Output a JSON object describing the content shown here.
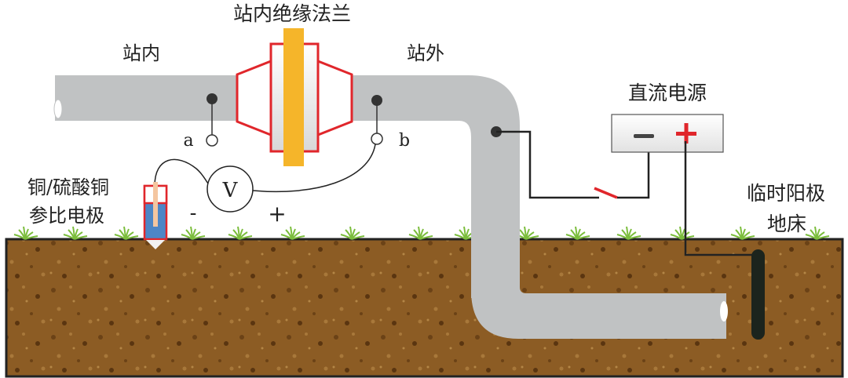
{
  "title": "站内绝缘法兰",
  "labels": {
    "inside_station": "站内",
    "outside_station": "站外",
    "point_a": "a",
    "point_b": "b",
    "reference_electrode_line1": "铜/硫酸铜",
    "reference_electrode_line2": "参比电极",
    "voltmeter": "V",
    "voltmeter_minus": "-",
    "voltmeter_plus": "+",
    "dc_power_supply": "直流电源",
    "power_minus": "−",
    "power_plus": "+",
    "anode_bed_line1": "临时阳极",
    "anode_bed_line2": "地床"
  },
  "colors": {
    "pipe": "#c0c2c3",
    "flange_outline": "#e0262b",
    "insulator": "#f5b52a",
    "soil": "#8a5a22",
    "soil_dark": "#5a3510",
    "grass": "#7bbd3c",
    "electrolyte": "#4d86c6",
    "copper_rod": "#f4c6a0",
    "wire": "#222222",
    "switch": "#e0262b",
    "anode": "#1c241d"
  }
}
